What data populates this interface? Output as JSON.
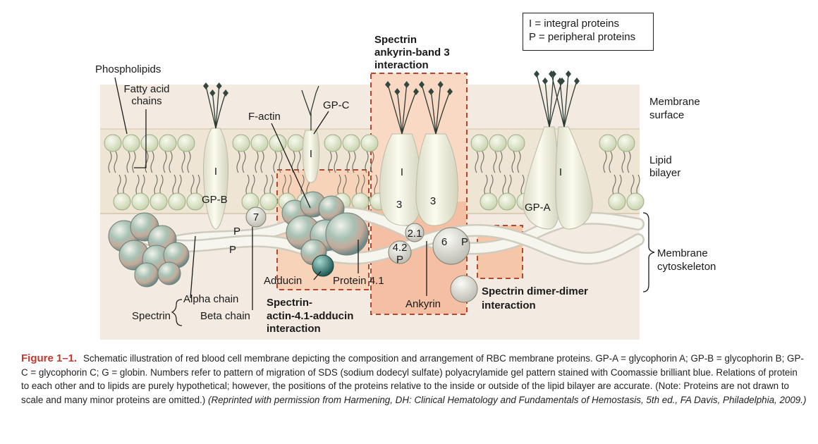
{
  "legend": {
    "line1": "I = integral proteins",
    "line2": "P = peripheral proteins"
  },
  "labels": {
    "phospholipids": "Phospholipids",
    "fatty_acid_1": "Fatty acid",
    "fatty_acid_2": "chains",
    "f_actin": "F-actin",
    "gp_c": "GP-C",
    "gp_b": "GP-B",
    "gp_a": "GP-A",
    "membrane_surface_1": "Membrane",
    "membrane_surface_2": "surface",
    "lipid_bilayer_1": "Lipid",
    "lipid_bilayer_2": "bilayer",
    "membrane_cytoskeleton_1": "Membrane",
    "membrane_cytoskeleton_2": "cytoskeleton",
    "alpha_chain": "Alpha chain",
    "beta_chain": "Beta chain",
    "spectrin": "Spectrin",
    "adducin": "Adducin",
    "protein_4_1": "Protein 4.1",
    "ankyrin": "Ankyrin"
  },
  "boxes": {
    "ankyrin_band3_1": "Spectrin",
    "ankyrin_band3_2": "ankyrin-band 3",
    "ankyrin_band3_3": "interaction",
    "actin_adducin_1": "Spectrin-",
    "actin_adducin_2": "actin-4.1-adducin",
    "actin_adducin_3": "interaction",
    "dimer_1": "Spectrin dimer-dimer",
    "dimer_2": "interaction"
  },
  "markers": {
    "integral": "I",
    "peripheral": "P",
    "band3": "3",
    "band7": "7",
    "band2_1": "2.1",
    "band4_2": "4.2",
    "band6": "6"
  },
  "caption": {
    "figure_label": "Figure 1–1.",
    "text": "Schematic illustration of red blood cell membrane depicting the composition and arrangement of RBC membrane proteins. GP-A = glycophorin A; GP-B = glycophorin B; GP-C = glycophorin C; G = globin. Numbers refer to pattern of migration of SDS (sodium dodecyl sulfate) polyacrylamide gel pattern stained with Coomassie brilliant blue. Relations of protein to each other and to lipids are purely hypothetical; however, the positions of the proteins relative to the inside or outside of the lipid bilayer are accurate. (Note: Proteins are not drawn to scale and many minor proteins are omitted.)",
    "citation": "(Reprinted with permission from Harmening, DH: Clinical Hematology and Fundamentals of Hemostasis, 5th ed., FA Davis, Philadelphia, 2009.)"
  },
  "colors": {
    "background": "#f2eadf",
    "bilayer": "#efe6d6",
    "lipid_head": "#e4ead0",
    "protein": "#efeede",
    "interaction_box": "#f6c6a8",
    "dashed_border": "#b5472f",
    "caption_accent": "#c0392b"
  }
}
